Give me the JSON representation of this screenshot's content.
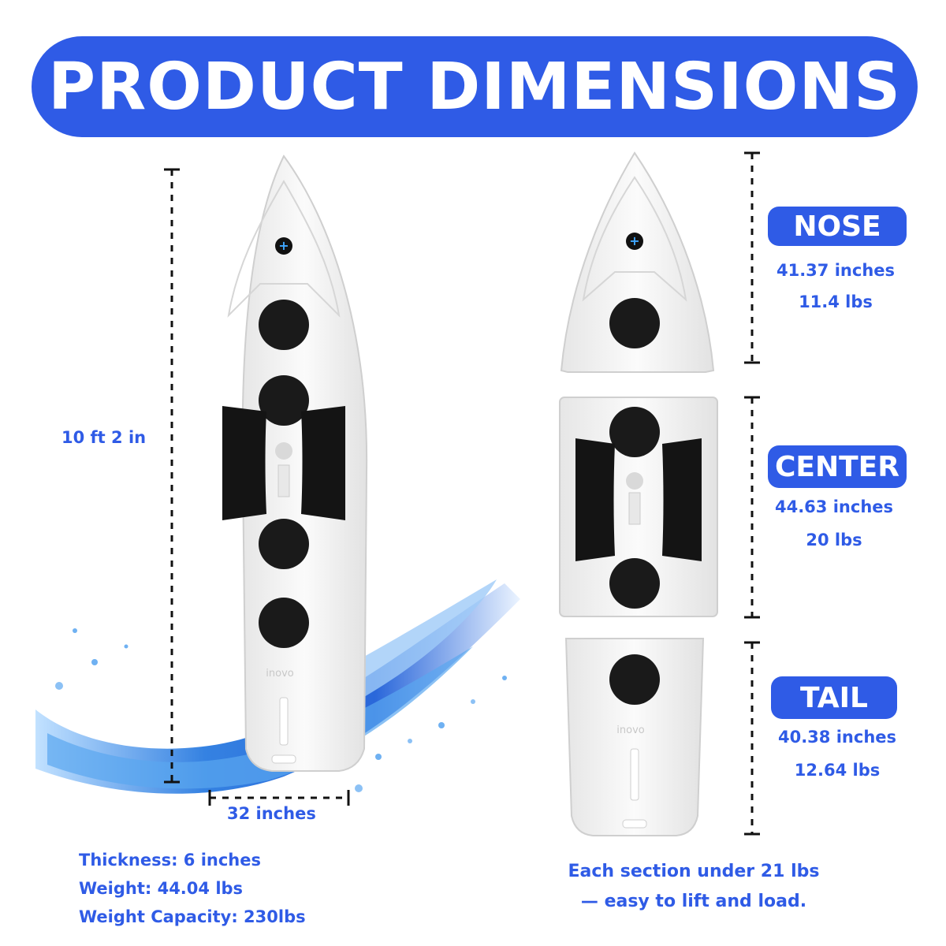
{
  "title": "PRODUCT DIMENSIONS",
  "full_board": {
    "length": "10 ft 2 in",
    "width": "32 inches",
    "specs": [
      "Thickness: 6 inches",
      "Weight: 44.04 lbs",
      "Weight Capacity: 230lbs"
    ],
    "brand_mark": "inovo"
  },
  "sections": [
    {
      "name": "NOSE",
      "length": "41.37 inches",
      "weight": "11.4 lbs"
    },
    {
      "name": "CENTER",
      "length": "44.63 inches",
      "weight": "20 lbs"
    },
    {
      "name": "TAIL",
      "length": "40.38 inches",
      "weight": "12.64 lbs"
    }
  ],
  "footer_note": [
    "Each section under 21 lbs",
    "— easy to lift and load."
  ],
  "colors": {
    "accent": "#2f5be6",
    "board": "#f4f4f4",
    "deck_pad": "#151515",
    "water": "#2a7be0"
  }
}
